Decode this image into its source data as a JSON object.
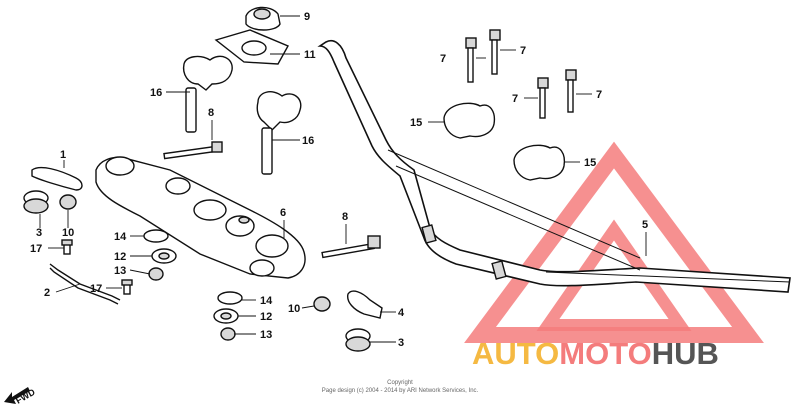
{
  "callouts": [
    "1",
    "2",
    "3",
    "4",
    "5",
    "6",
    "7",
    "8",
    "9",
    "10",
    "11",
    "12",
    "13",
    "14",
    "15",
    "16",
    "17"
  ],
  "orientation": {
    "label": "FWD"
  },
  "copyright": {
    "line1": "Copyright",
    "line2": "Page design (c) 2004 - 2014 by ARI Network Services, Inc."
  },
  "watermark": {
    "part1": "AUTO",
    "part2": "MOTO",
    "part3": "HUB",
    "color_auto": "#f5b942",
    "color_moto": "#f47c7c",
    "color_hub": "#555555"
  }
}
